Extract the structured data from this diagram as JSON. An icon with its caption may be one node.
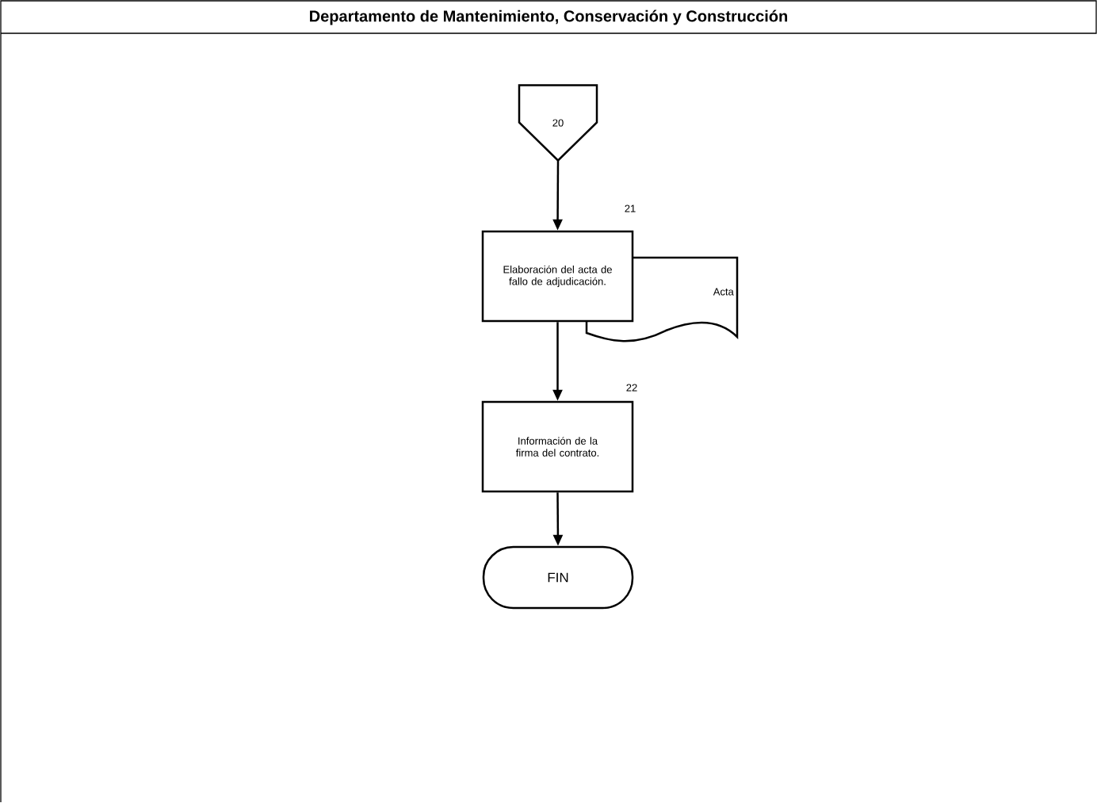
{
  "diagram": {
    "title": "Departamento de Mantenimiento, Conservación y Construcción",
    "nodes": [
      {
        "text": [
          "20"
        ]
      },
      {
        "text": [
          "Elaboración del acta de fallo de adjudicación."
        ],
        "beside": [
          "21"
        ]
      },
      {
        "text": [
          "Acta"
        ]
      },
      {
        "text": [
          "Información de la firma del contrato."
        ],
        "beside": [
          "22"
        ]
      },
      {
        "text": [
          "FIN"
        ]
      }
    ],
    "edges": [
      {
        "from": 0,
        "to": 1,
        "arrow": "to"
      },
      {
        "from": 1,
        "to": 3,
        "arrow": "to"
      },
      {
        "from": 3,
        "to": 4,
        "arrow": "to"
      }
    ]
  }
}
